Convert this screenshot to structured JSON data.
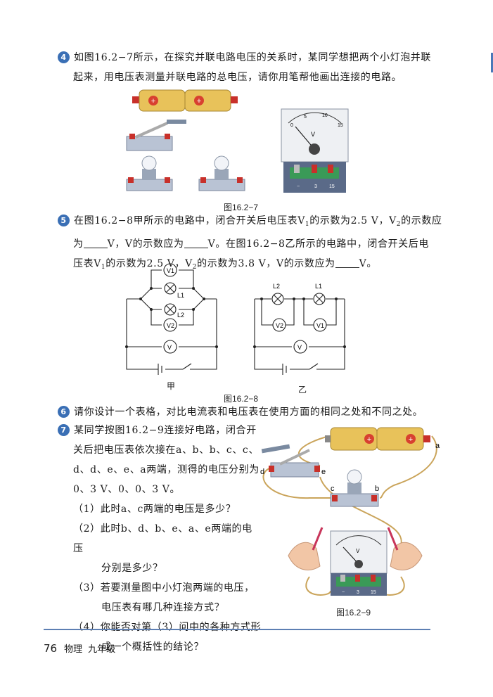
{
  "q4": {
    "number": "4",
    "line1": "如图16.2−7所示，在探究并联电路电压的关系时，某同学想把两个小灯泡并联",
    "line2": "起来，用电压表测量并联电路的总电压，请你用笔帮他画出连接的电路。"
  },
  "fig7": {
    "caption": "图16.2−7",
    "meter_unit": "V",
    "scale_ticks": [
      "0",
      "5",
      "10",
      "15"
    ],
    "terminals": [
      "−",
      "3",
      "15"
    ]
  },
  "q5": {
    "number": "5",
    "l1_a": "在图16.2−8甲所示的电路中，闭合开关后电压表V",
    "l1_s1": "1",
    "l1_b": "的示数为2.5 V，V",
    "l1_s2": "2",
    "l1_c": "的示数应",
    "l2_a": "为",
    "l2_b": "V，V的示数应为",
    "l2_c": "V。在图16.2−8乙所示的电路中，闭合开关后电",
    "l3_a": "压表V",
    "l3_s1": "1",
    "l3_b": "的示数为2.5 V，V",
    "l3_s2": "2",
    "l3_c": "的示数为3.8 V，V的示数应为",
    "l3_d": "V。"
  },
  "fig8": {
    "caption": "图16.2−8",
    "left_label": "甲",
    "right_label": "乙",
    "v1": "V1",
    "v2": "V2",
    "v": "V",
    "l1": "L1",
    "l2": "L2"
  },
  "q6": {
    "number": "6",
    "text": "请你设计一个表格，对比电流表和电压表在使用方面的相同之处和不同之处。"
  },
  "q7": {
    "number": "7",
    "lines": [
      "某同学按图16.2−9连接好电路，闭合开",
      "关后把电压表依次接在a、b、b、c、c、",
      "d、d、e、e、a两端，测得的电压分别为",
      "0、3 V、0、0、3 V。"
    ],
    "sub": [
      {
        "label": "（1）",
        "lines": [
          "此时a、c两端的电压是多少？"
        ]
      },
      {
        "label": "（2）",
        "lines": [
          "此时b、d、b、e、a、e两端的电压",
          "分别是多少？"
        ]
      },
      {
        "label": "（3）",
        "lines": [
          "若要测量图中小灯泡两端的电压，",
          "电压表有哪几种连接方式？"
        ]
      },
      {
        "label": "（4）",
        "lines": [
          "你能否对第（3）问中的各种方式形",
          "成一个概括性的结论？"
        ]
      }
    ]
  },
  "fig9": {
    "caption": "图16.2−9",
    "points": [
      "a",
      "b",
      "c",
      "d",
      "e"
    ],
    "meter_unit": "V",
    "terminals": [
      "−",
      "3",
      "15"
    ]
  },
  "footer": {
    "page_number": "76",
    "subject": "物理",
    "grade": "九年级"
  },
  "colors": {
    "accent": "#3a6fb5",
    "battery": "#e8c25a",
    "terminal_red": "#c8302a",
    "meter_base": "#4d5f7d",
    "meter_green": "#3a9a57",
    "wire": "#caa45a"
  }
}
